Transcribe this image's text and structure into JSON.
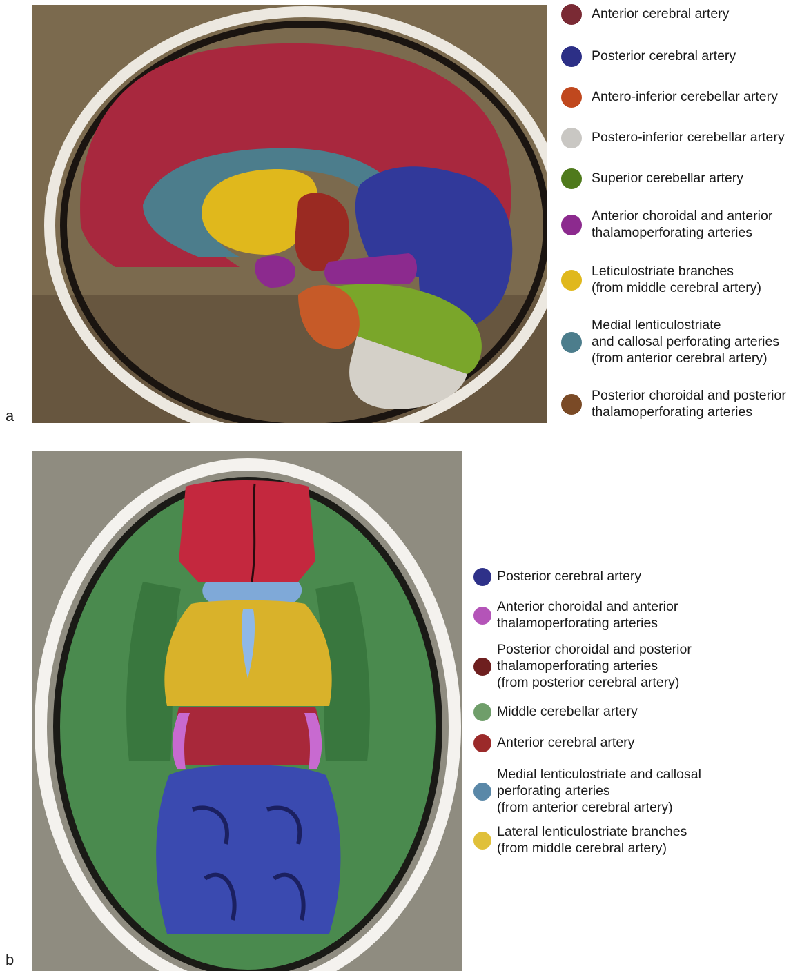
{
  "panels": [
    {
      "letter": "a",
      "legend": [
        {
          "label": "Anterior cerebral artery",
          "color": "#7a2a34"
        },
        {
          "label": "Posterior cerebral artery",
          "color": "#2c2f86"
        },
        {
          "label": "Antero-inferior cerebellar artery",
          "color": "#c0481e"
        },
        {
          "label": "Postero-inferior cerebellar artery",
          "color": "#c9c7c3"
        },
        {
          "label": "Superior cerebellar artery",
          "color": "#4f7a1c"
        },
        {
          "label": "Anterior choroidal and anterior\nthalamoperforating arteries",
          "color": "#8c2a8e"
        },
        {
          "label": "Leticulostriate branches\n(from middle cerebral artery)",
          "color": "#e0b81c"
        },
        {
          "label": "Medial lenticulostriate\nand callosal perforating arteries\n(from anterior cerebral artery)",
          "color": "#4c7d8c"
        },
        {
          "label": "Posterior choroidal and posterior\nthalamoperforating arteries",
          "color": "#7a4a26"
        }
      ]
    },
    {
      "letter": "b",
      "legend": [
        {
          "label": "Posterior cerebral artery",
          "color": "#2e3189"
        },
        {
          "label": "Anterior choroidal and anterior\nthalamoperforating arteries",
          "color": "#b454b8"
        },
        {
          "label": "Posterior choroidal and posterior\nthalamoperforating arteries\n(from posterior cerebral artery)",
          "color": "#6e1f1f"
        },
        {
          "label": "Middle cerebellar artery",
          "color": "#6f9e6a"
        },
        {
          "label": "Anterior cerebral artery",
          "color": "#9b2a2a"
        },
        {
          "label": "Medial lenticulostriate and callosal\nperforating arteries\n(from anterior cerebral artery)",
          "color": "#5a88a8"
        },
        {
          "label": "Lateral lenticulostriate branches\n(from middle cerebral artery)",
          "color": "#e0c03a"
        }
      ]
    }
  ]
}
